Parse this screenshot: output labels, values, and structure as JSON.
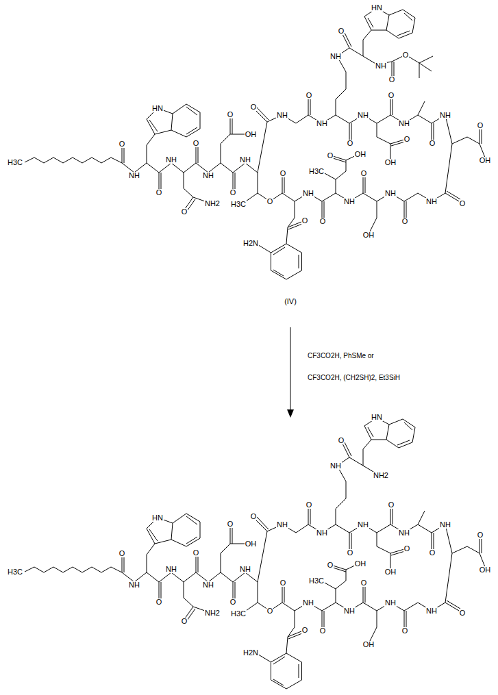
{
  "diagram": {
    "labels": [
      "H3C",
      "O",
      "NH",
      "HN",
      "O",
      "NH",
      "O",
      "O",
      "NH2",
      "O",
      "OH",
      "NH",
      "O",
      "NH",
      "O",
      "NH",
      "O",
      "NH",
      "O",
      "NH",
      "O",
      "OH",
      "O",
      "NH",
      "O",
      "NH",
      "O",
      "OH",
      "O",
      "NH",
      "O",
      "NH",
      "OH",
      "O",
      "NH",
      "H3C",
      "O",
      "OH",
      "O",
      "NH",
      "O",
      "H2N",
      "O",
      "O",
      "H3C",
      "NH",
      "O",
      "HN",
      "NH",
      "O",
      "O",
      "(IV)",
      "CF3CO2H, PhSMe or",
      "CF3CO2H, (CH2SH)2, Et3SiH",
      "H3C",
      "O",
      "NH",
      "HN",
      "O",
      "NH",
      "O",
      "O",
      "NH2",
      "O",
      "OH",
      "NH",
      "O",
      "NH",
      "O",
      "NH",
      "O",
      "NH",
      "O",
      "NH",
      "O",
      "OH",
      "O",
      "NH",
      "O",
      "NH",
      "O",
      "OH",
      "O",
      "NH",
      "O",
      "NH",
      "OH",
      "O",
      "NH",
      "H3C",
      "O",
      "OH",
      "O",
      "NH",
      "O",
      "H2N",
      "O",
      "O",
      "H3C",
      "NH",
      "O",
      "HN",
      "NH2"
    ]
  }
}
